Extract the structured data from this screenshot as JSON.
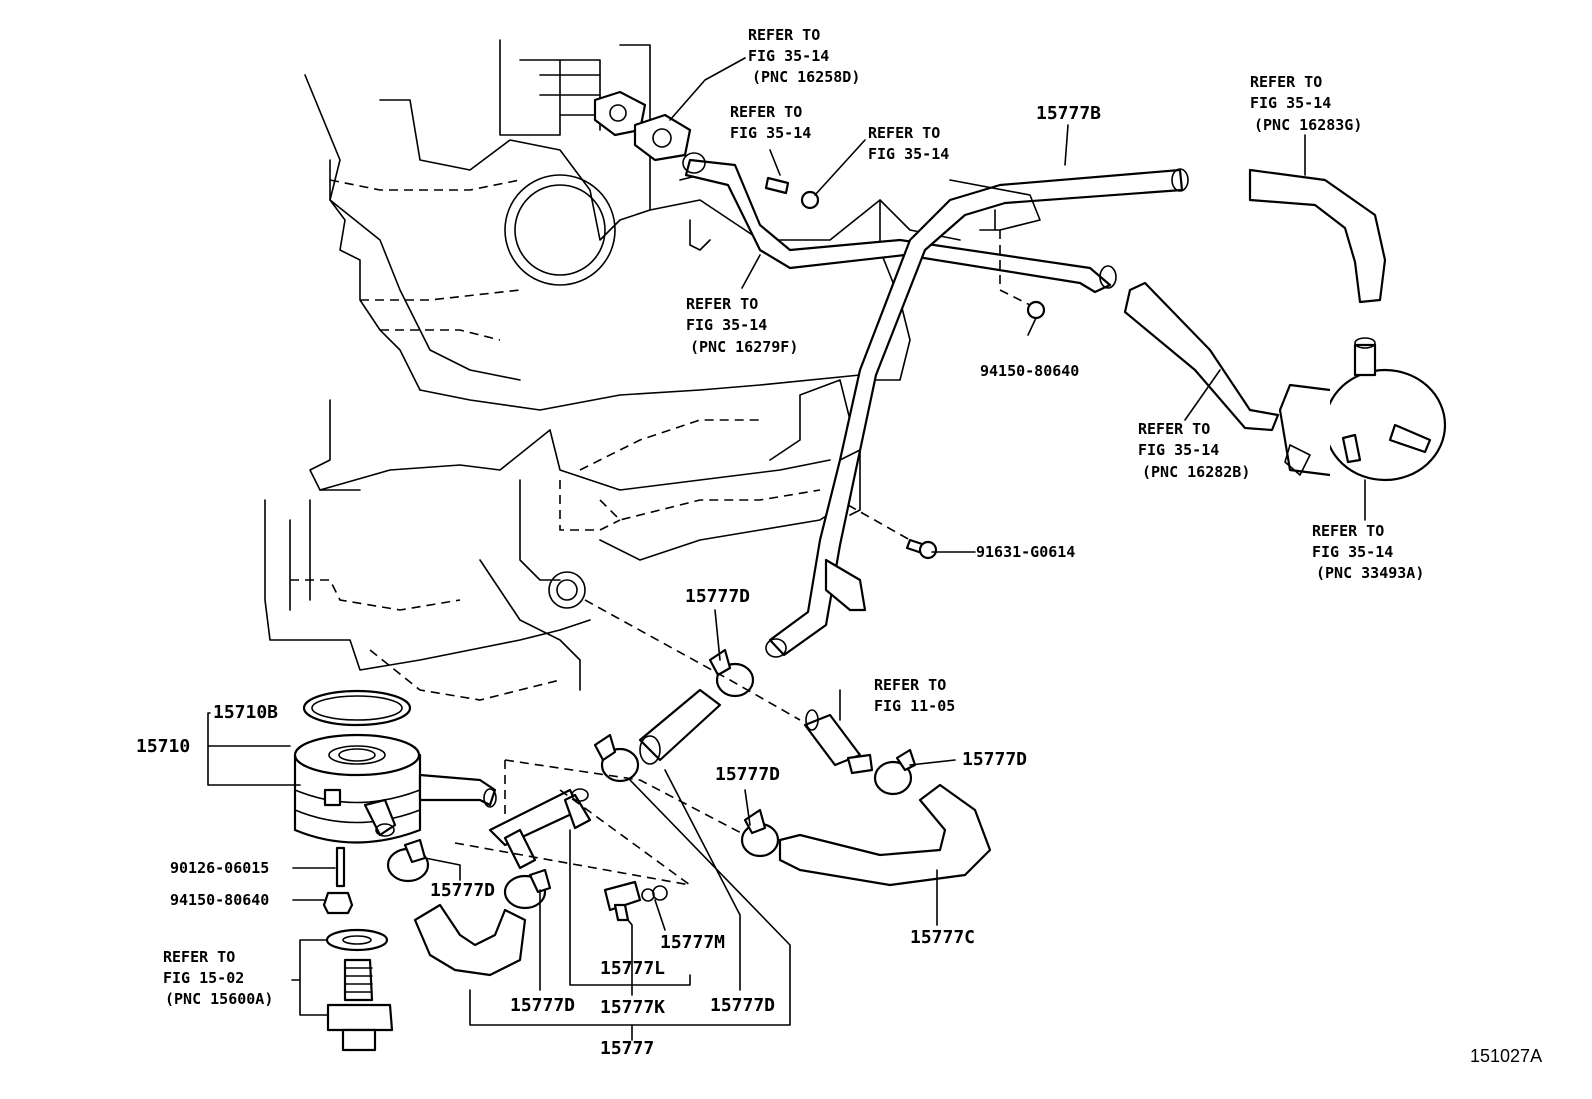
{
  "refs": {
    "r1": [
      "REFER TO",
      "FIG 35-14",
      "(PNC 16258D)"
    ],
    "r2": [
      "REFER TO",
      "FIG 35-14"
    ],
    "r3": [
      "REFER TO",
      "FIG 35-14"
    ],
    "r4": [
      "REFER TO",
      "FIG 35-14",
      "(PNC 16279F)"
    ],
    "r5": [
      "REFER TO",
      "FIG 35-14",
      "(PNC 16283G)"
    ],
    "r6": [
      "REFER TO",
      "FIG 35-14",
      "(PNC 16282B)"
    ],
    "r7": [
      "REFER TO",
      "FIG 35-14",
      "(PNC 33493A)"
    ],
    "r8": [
      "REFER TO",
      "FIG 11-05"
    ],
    "r9": [
      "REFER TO",
      "FIG 15-02",
      "(PNC 15600A)"
    ]
  },
  "parts": {
    "p15777B": "15777B",
    "p94150a": "94150-80640",
    "p91631": "91631-G0614",
    "p15777D_top": "15777D",
    "p15777D_right": "15777D",
    "p15777D_mid": "15777D",
    "p15777D_left": "15777D",
    "p15777D_b1": "15777D",
    "p15777D_b2": "15777D",
    "p15710B": "15710B",
    "p15710": "15710",
    "p90126": "90126-06015",
    "p94150b": "94150-80640",
    "p15777C": "15777C",
    "p15777M": "15777M",
    "p15777L": "15777L",
    "p15777K": "15777K",
    "p15777": "15777"
  },
  "figure_code": "151027A"
}
